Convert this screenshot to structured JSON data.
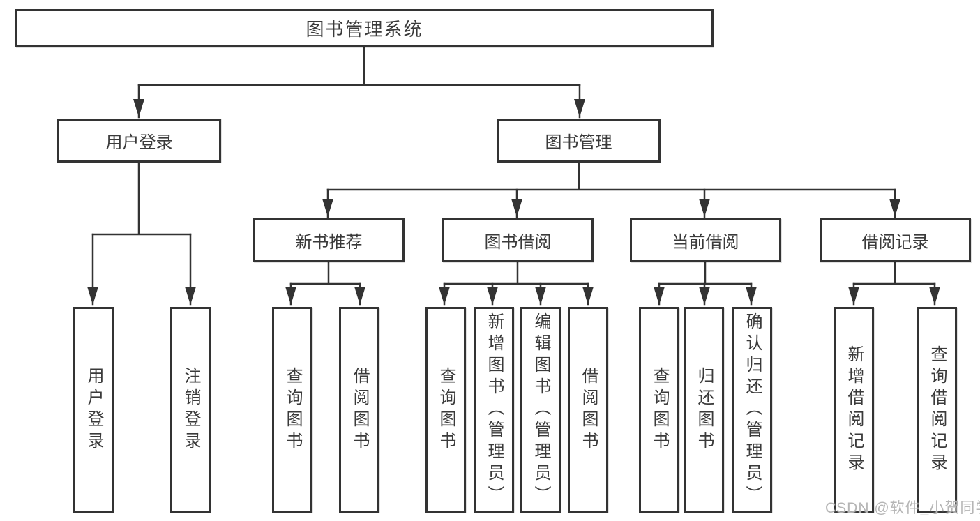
{
  "diagram": {
    "type": "hierarchy-tree",
    "title": "图书管理系统"
  },
  "nodes": {
    "root": {
      "label": "图书管理系统"
    },
    "user_login": {
      "label": "用户登录"
    },
    "book_mgmt": {
      "label": "图书管理"
    },
    "new_books": {
      "label": "新书推荐"
    },
    "borrow": {
      "label": "图书借阅"
    },
    "current": {
      "label": "当前借阅"
    },
    "records": {
      "label": "借阅记录"
    },
    "ul_login": {
      "label": "用户登录"
    },
    "ul_logout": {
      "label": "注销登录"
    },
    "nb_query": {
      "label": "查询图书"
    },
    "nb_borrow": {
      "label": "借阅图书"
    },
    "bb_query": {
      "label": "查询图书"
    },
    "bb_add": {
      "label": "新增图书（管理员）"
    },
    "bb_edit": {
      "label": "编辑图书（管理员）"
    },
    "bb_borrow": {
      "label": "借阅图书"
    },
    "cb_query": {
      "label": "查询图书"
    },
    "cb_return": {
      "label": "归还图书"
    },
    "cb_confirm": {
      "label": "确认归还（管理员）"
    },
    "re_add": {
      "label": "新增借阅记录"
    },
    "re_query": {
      "label": "查询借阅记录"
    }
  },
  "hierarchy": [
    {
      "parent": "图书管理系统",
      "children": [
        "用户登录",
        "图书管理"
      ]
    },
    {
      "parent": "用户登录",
      "children": [
        "用户登录",
        "注销登录"
      ]
    },
    {
      "parent": "图书管理",
      "children": [
        "新书推荐",
        "图书借阅",
        "当前借阅",
        "借阅记录"
      ]
    },
    {
      "parent": "新书推荐",
      "children": [
        "查询图书",
        "借阅图书"
      ]
    },
    {
      "parent": "图书借阅",
      "children": [
        "查询图书",
        "新增图书（管理员）",
        "编辑图书（管理员）",
        "借阅图书"
      ]
    },
    {
      "parent": "当前借阅",
      "children": [
        "查询图书",
        "归还图书",
        "确认归还（管理员）"
      ]
    },
    {
      "parent": "借阅记录",
      "children": [
        "新增借阅记录",
        "查询借阅记录"
      ]
    }
  ],
  "watermark": {
    "text": "CSDN @软件_小贺同学"
  },
  "colors": {
    "background": "#ffffff",
    "line": "#333333",
    "box_border": "#333333",
    "text": "#3a3a3a",
    "watermark": "#b5b5b5"
  }
}
